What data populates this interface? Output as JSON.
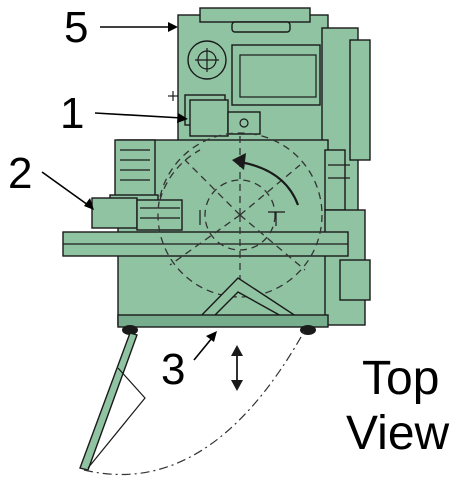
{
  "callouts": [
    {
      "id": "5",
      "label": "5"
    },
    {
      "id": "1",
      "label": "1"
    },
    {
      "id": "2",
      "label": "2"
    },
    {
      "id": "3",
      "label": "3"
    }
  ],
  "view_label": {
    "line1": "Top",
    "line2": "View"
  },
  "colors": {
    "machine_green": "#8fc3a2",
    "machine_green_dark": "#76ad8c",
    "outline": "#1a1a1a",
    "background": "#ffffff"
  }
}
